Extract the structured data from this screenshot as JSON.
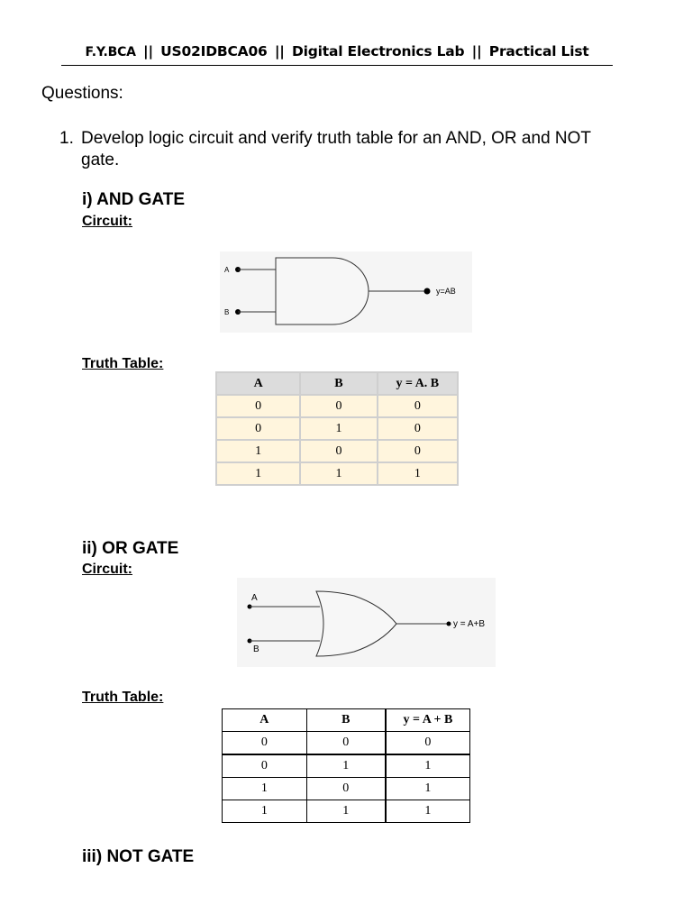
{
  "header": {
    "course": "F.Y.BCA",
    "separator": "||",
    "code": "US02IDBCA06",
    "subject": "Digital Electronics Lab",
    "doc_type": "Practical List"
  },
  "questions_label": "Questions:",
  "question": {
    "number": "1.",
    "text": "Develop logic circuit and verify truth table for an AND, OR and NOT gate."
  },
  "and_gate": {
    "title": "i) AND GATE",
    "circuit_label": "Circuit:",
    "input_a": "A",
    "input_b": "B",
    "output_label": "y=AB",
    "truth_table_label": "Truth Table:",
    "headers": [
      "A",
      "B",
      "y = A. B"
    ],
    "rows": [
      [
        "0",
        "0",
        "0"
      ],
      [
        "0",
        "1",
        "0"
      ],
      [
        "1",
        "0",
        "0"
      ],
      [
        "1",
        "1",
        "1"
      ]
    ]
  },
  "or_gate": {
    "title": "ii) OR GATE",
    "circuit_label": "Circuit:",
    "input_a": "A",
    "input_b": "B",
    "output_label": "y = A+B",
    "truth_table_label": "Truth Table:",
    "headers": [
      "A",
      "B",
      "y = A + B"
    ],
    "rows": [
      [
        "0",
        "0",
        "0"
      ],
      [
        "0",
        "1",
        "1"
      ],
      [
        "1",
        "0",
        "1"
      ],
      [
        "1",
        "1",
        "1"
      ]
    ]
  },
  "not_gate": {
    "title": "iii) NOT GATE"
  }
}
